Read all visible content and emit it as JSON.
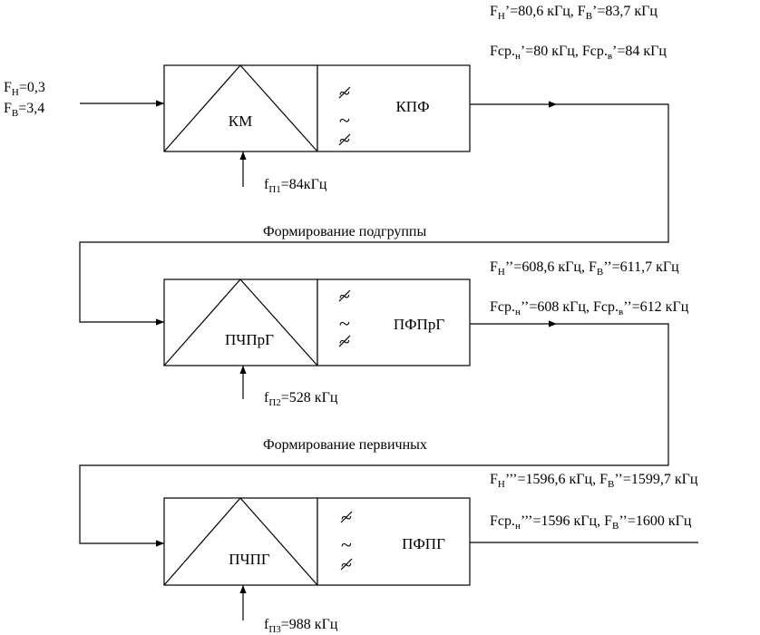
{
  "stage1": {
    "input_fn": "0,3",
    "input_fv": "3,4",
    "modulator": "КМ",
    "filter": "КПФ",
    "carrier_value": "=84кГц",
    "carrier_sub": "П1",
    "out_n_val": "’=80,6 кГц, ",
    "out_v_val": "’=83,7 кГц",
    "mid_n_val": "’=80 кГц, ",
    "mid_v_val": "’=84 кГц"
  },
  "caption1": "Формирование подгруппы",
  "stage2": {
    "modulator": "ПЧПрГ",
    "filter": "ПФПрГ",
    "carrier_value": "=528 кГц",
    "carrier_sub": "П2",
    "out_n_val": "’’=608,6 кГц, ",
    "out_v_val": "’’=611,7 кГц",
    "mid_n_val": "’’=608 кГц, ",
    "mid_v_val": "’’=612 кГц"
  },
  "caption2": "Формирование первичных",
  "stage3": {
    "modulator": "ПЧПГ",
    "filter": "ПФПГ",
    "carrier_value": "=988 кГц",
    "carrier_sub": "П3",
    "out_n_val": "’’’=1596,6 кГц, ",
    "out_v_val": "’’=1599,7 кГц",
    "mid_n_val": "’’’=1596 кГц, ",
    "mid_v_val": "’’=1600 кГц"
  },
  "symbols": {
    "F": "F",
    "f": "f",
    "sub_n": "Н",
    "sub_v": "В",
    "fcr": "Fср.",
    "sub_n_small": "н",
    "sub_v_small": "в",
    "eq": "=",
    "tilde": "~"
  }
}
